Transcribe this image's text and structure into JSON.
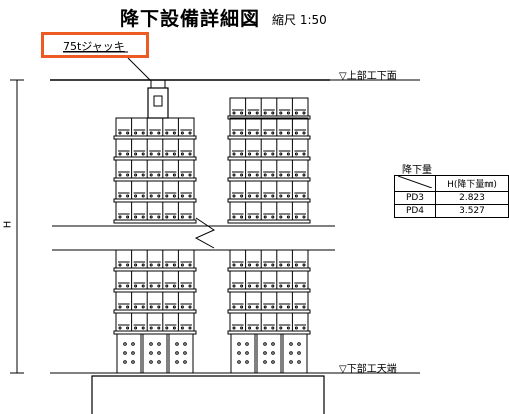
{
  "title": "降下設備詳細図",
  "scale": "縮尺 1:50",
  "jack_label": "75tジャッキ",
  "top_label": "▽上部工下面",
  "bottom_label": "▽下部工天端",
  "height_label": "H",
  "drop_table": {
    "title": "降下量",
    "header": [
      "",
      "H(降下量㎜)"
    ],
    "rows": [
      {
        "name": "PD3",
        "value": "2.823"
      },
      {
        "name": "PD4",
        "value": "3.527"
      }
    ]
  },
  "colors": {
    "highlight": "#ee5a24",
    "line": "#000000"
  }
}
